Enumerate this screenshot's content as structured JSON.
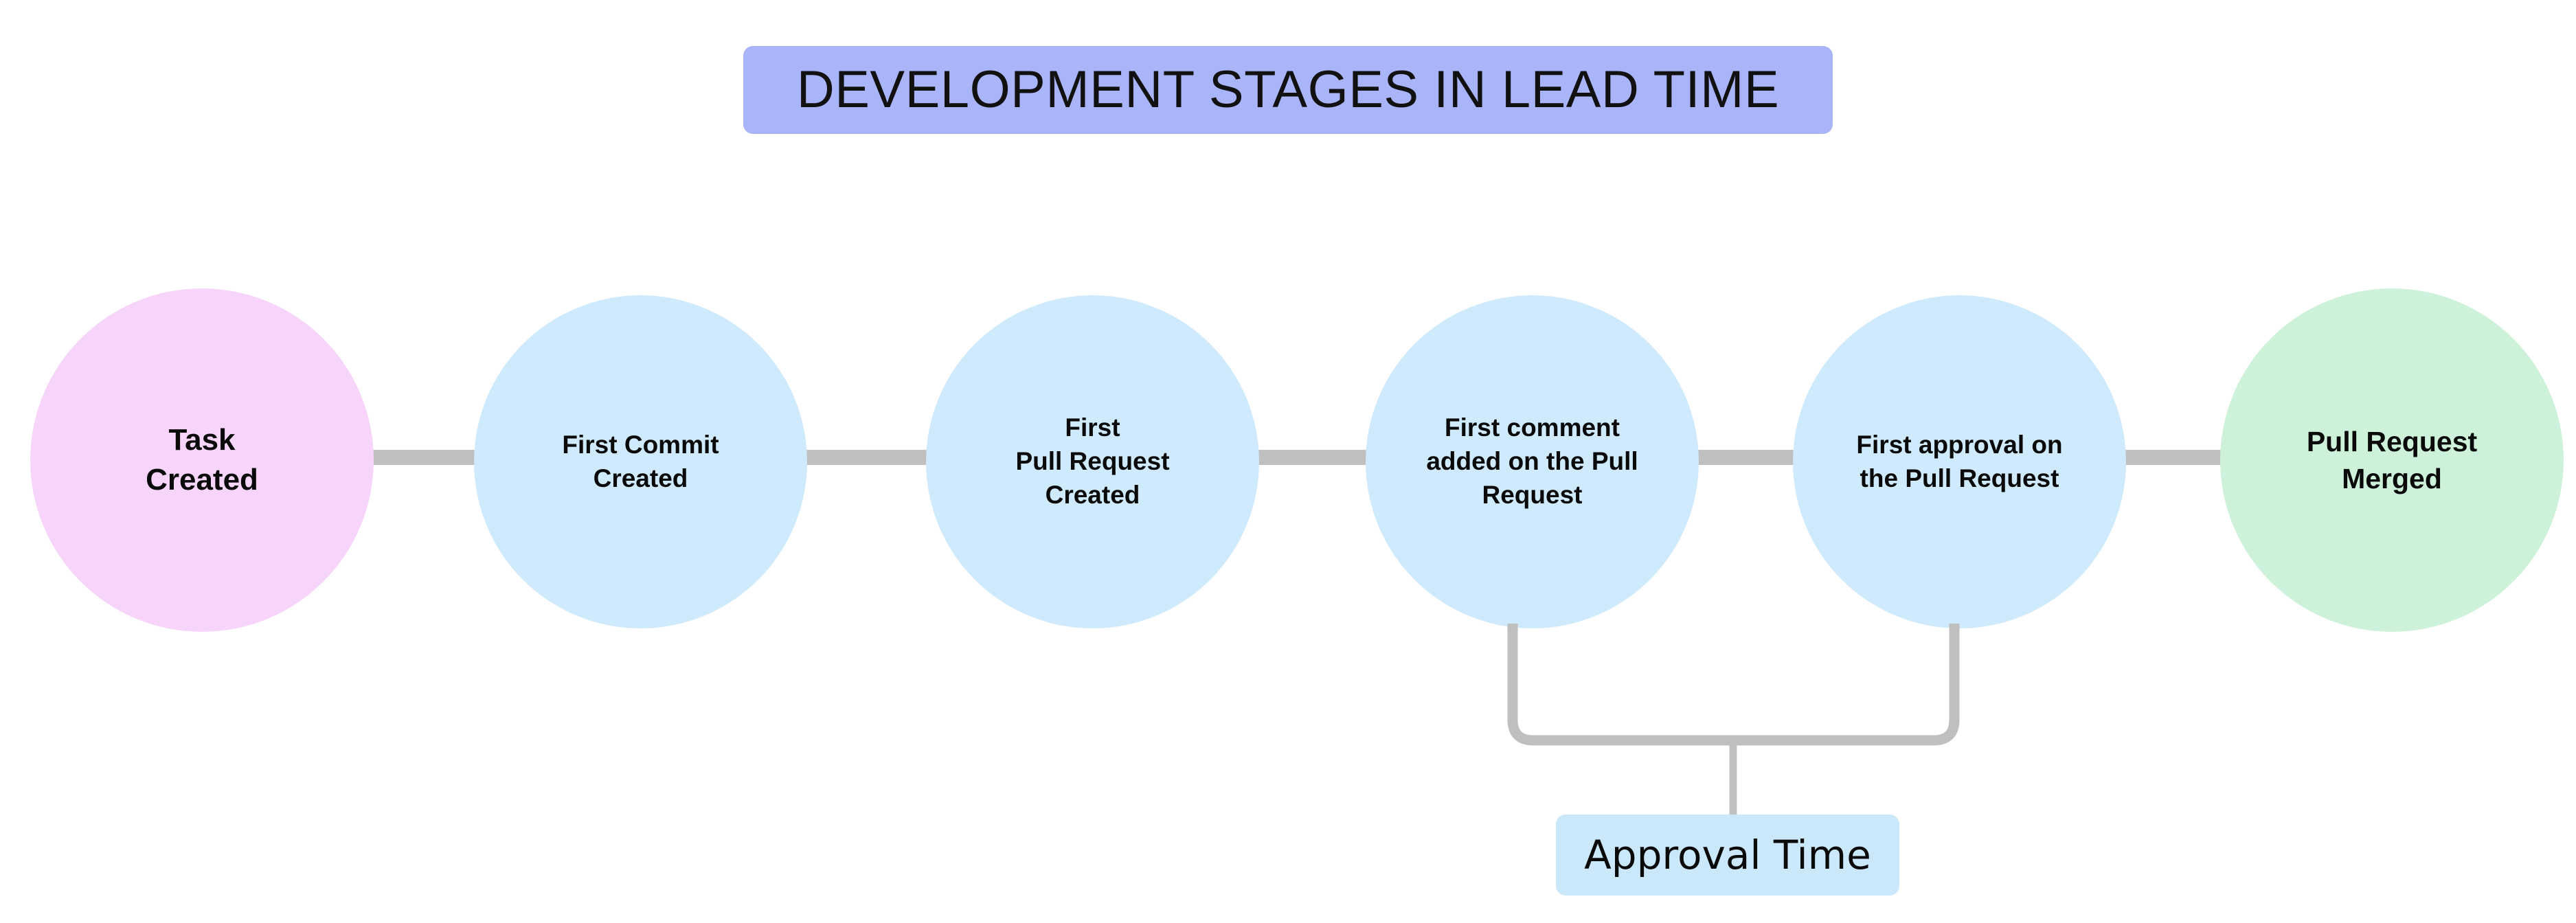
{
  "diagram": {
    "title": "DEVELOPMENT STAGES IN LEAD TIME",
    "title_bg": "#aab4f8",
    "background": "#ffffff",
    "connector_color": "#bfbfbf",
    "stages": [
      {
        "label": "Task\nCreated",
        "color": "#f7d5fb",
        "kind": "start"
      },
      {
        "label": "First Commit\nCreated",
        "color": "#cfeafc",
        "kind": "step"
      },
      {
        "label": "First\nPull Request\nCreated",
        "color": "#cfeafc",
        "kind": "step"
      },
      {
        "label": "First comment\nadded on the Pull\nRequest",
        "color": "#cfeafc",
        "kind": "step"
      },
      {
        "label": "First approval on\nthe Pull Request",
        "color": "#cfeafc",
        "kind": "step"
      },
      {
        "label": "Pull Request\nMerged",
        "color": "#cdf2d9",
        "kind": "end"
      }
    ],
    "annotation": {
      "label": "Approval Time",
      "bg": "#cbe8fb",
      "spans_from": "First comment added on the Pull Request",
      "spans_to": "First approval on the Pull Request"
    }
  }
}
